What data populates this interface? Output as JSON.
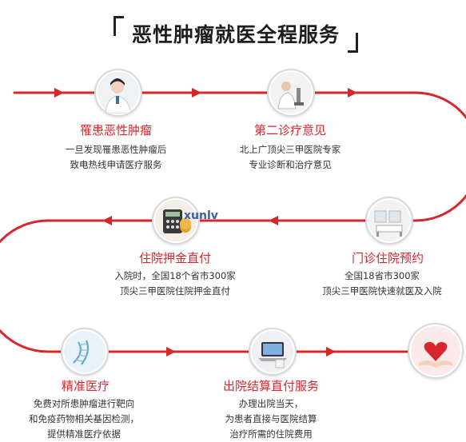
{
  "title": "恶性肿瘤就医全程服务",
  "watermark": "xunlv",
  "steps": [
    {
      "title": "罹患恶性肿瘤",
      "desc": [
        "一旦发现罹患恶性肿瘤后",
        "致电热线申请医疗服务"
      ],
      "icon": "doctor-photo-icon"
    },
    {
      "title": "第二诊疗意见",
      "desc": [
        "北上广顶尖三甲医院专家",
        "专业诊断和治疗意见"
      ],
      "icon": "microscope-icon"
    },
    {
      "title": "门诊住院预约",
      "desc": [
        "全国18省市300家",
        "顶尖三甲医院快速就医及入院"
      ],
      "icon": "hospital-room-icon"
    },
    {
      "title": "住院押金直付",
      "desc": [
        "入院时，全国18个省市300家",
        "顶尖三甲医院住院押金直付"
      ],
      "icon": "calculator-icon"
    },
    {
      "title": "精准医疗",
      "desc": [
        "免费对所患肿瘤进行靶向",
        "和免疫药物相关基因检测，",
        "提供精准医疗依据"
      ],
      "icon": "dna-icon"
    },
    {
      "title": "出院结算直付服务",
      "desc": [
        "办理出院当天，",
        "为患者直接与医院结算",
        "治疗所需的住院费用"
      ],
      "icon": "laptop-icon"
    },
    {
      "title": "",
      "desc": [],
      "icon": "heart-hands-icon"
    }
  ],
  "colors": {
    "flow": "#d7262c",
    "title": "#1e1e1e",
    "step_title": "#d7262c",
    "desc": "#333333"
  }
}
